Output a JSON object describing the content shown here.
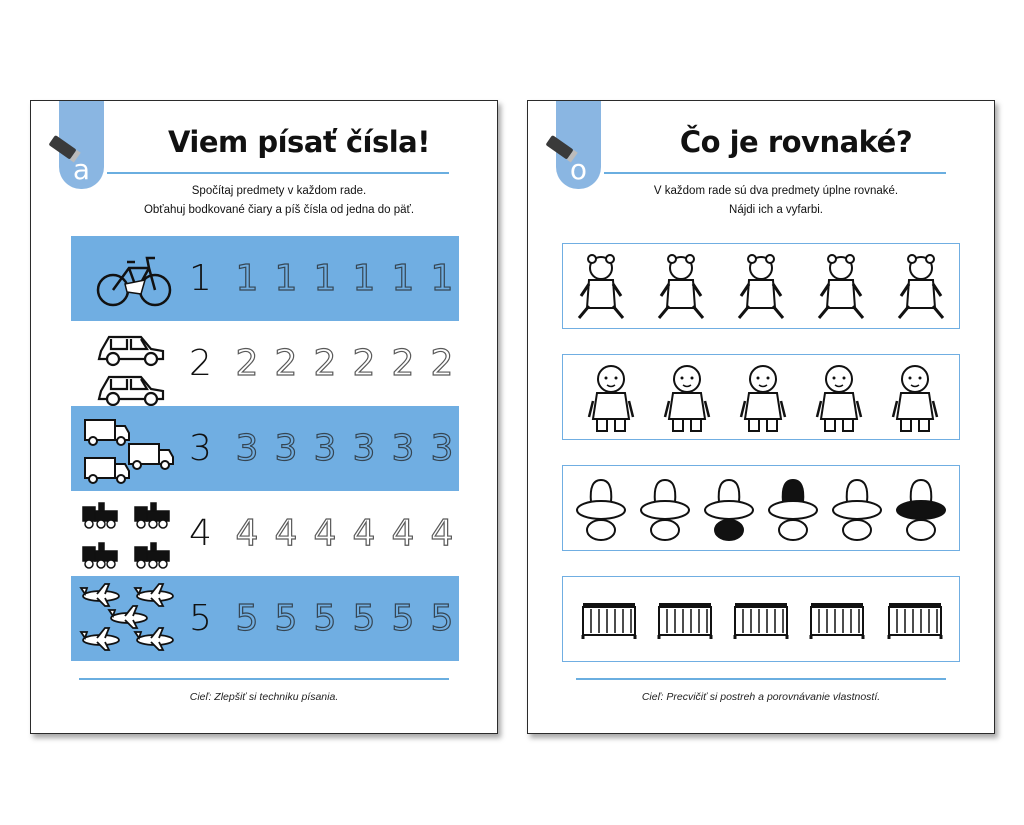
{
  "left_page": {
    "tab_letter": "a",
    "title": "Viem písať čísla!",
    "instructions": [
      "Spočítaj predmety v každom rade.",
      "Obťahuj bodkované čiary a píš čísla od jedna do päť."
    ],
    "rows": [
      {
        "number": "1",
        "trace": [
          "1",
          "1",
          "1",
          "1",
          "1",
          "1"
        ],
        "objects": "bicycle",
        "count": 1,
        "shaded": true
      },
      {
        "number": "2",
        "trace": [
          "2",
          "2",
          "2",
          "2",
          "2",
          "2"
        ],
        "objects": "car",
        "count": 2,
        "shaded": false
      },
      {
        "number": "3",
        "trace": [
          "3",
          "3",
          "3",
          "3",
          "3",
          "3"
        ],
        "objects": "truck",
        "count": 3,
        "shaded": true
      },
      {
        "number": "4",
        "trace": [
          "4",
          "4",
          "4",
          "4",
          "4",
          "4"
        ],
        "objects": "train",
        "count": 4,
        "shaded": false
      },
      {
        "number": "5",
        "trace": [
          "5",
          "5",
          "5",
          "5",
          "5",
          "5"
        ],
        "objects": "airplane",
        "count": 5,
        "shaded": true
      }
    ],
    "goal": "Cieľ: Zlepšiť si techniku písania."
  },
  "right_page": {
    "tab_letter": "o",
    "title": "Čo je rovnaké?",
    "instructions": [
      "V každom rade sú dva predmety úplne rovnaké.",
      "Nájdi ich a vyfarbi."
    ],
    "rows": [
      {
        "objects": "teddy-bear",
        "count": 5
      },
      {
        "objects": "baby",
        "count": 5
      },
      {
        "objects": "pacifier",
        "count": 6
      },
      {
        "objects": "crib",
        "count": 5
      }
    ],
    "goal": "Cieľ: Precvičiť si postreh a porovnávanie vlastností."
  },
  "colors": {
    "accent_blue": "#70aee2",
    "tab_blue": "#8ab6e2",
    "ink": "#111111"
  }
}
